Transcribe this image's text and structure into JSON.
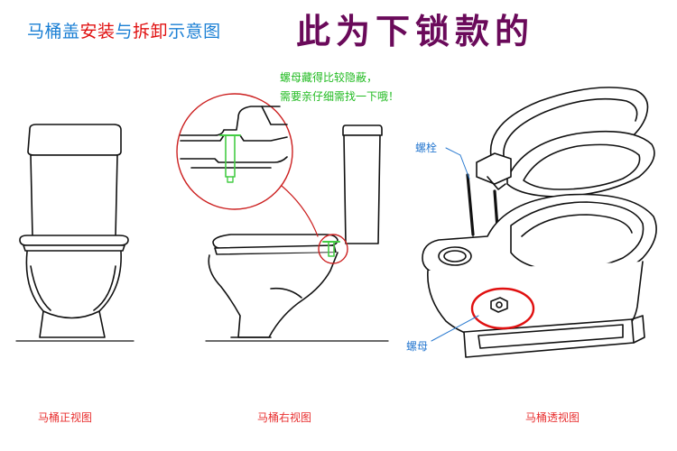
{
  "title": {
    "part1": "马桶盖",
    "part2": "安装",
    "part3": "与",
    "part4": "拆卸",
    "part5": "示意图"
  },
  "headline": "此为下锁款的",
  "note": {
    "line1": "螺母藏得比较隐蔽，",
    "line2": "需要亲仔细需找一下哦！"
  },
  "callouts": {
    "bolt": "螺栓",
    "nut": "螺母"
  },
  "captions": {
    "front": "马桶正视图",
    "right": "马桶右视图",
    "perspective": "马桶透视图"
  },
  "colors": {
    "blue": "#1a7fd4",
    "red": "#e01010",
    "headline": "#6a0a5a",
    "green": "#22bb22",
    "caption": "#e83030",
    "callout": "#2a7ad0",
    "circle": "#cc2020",
    "bolt": "#44cc44"
  }
}
